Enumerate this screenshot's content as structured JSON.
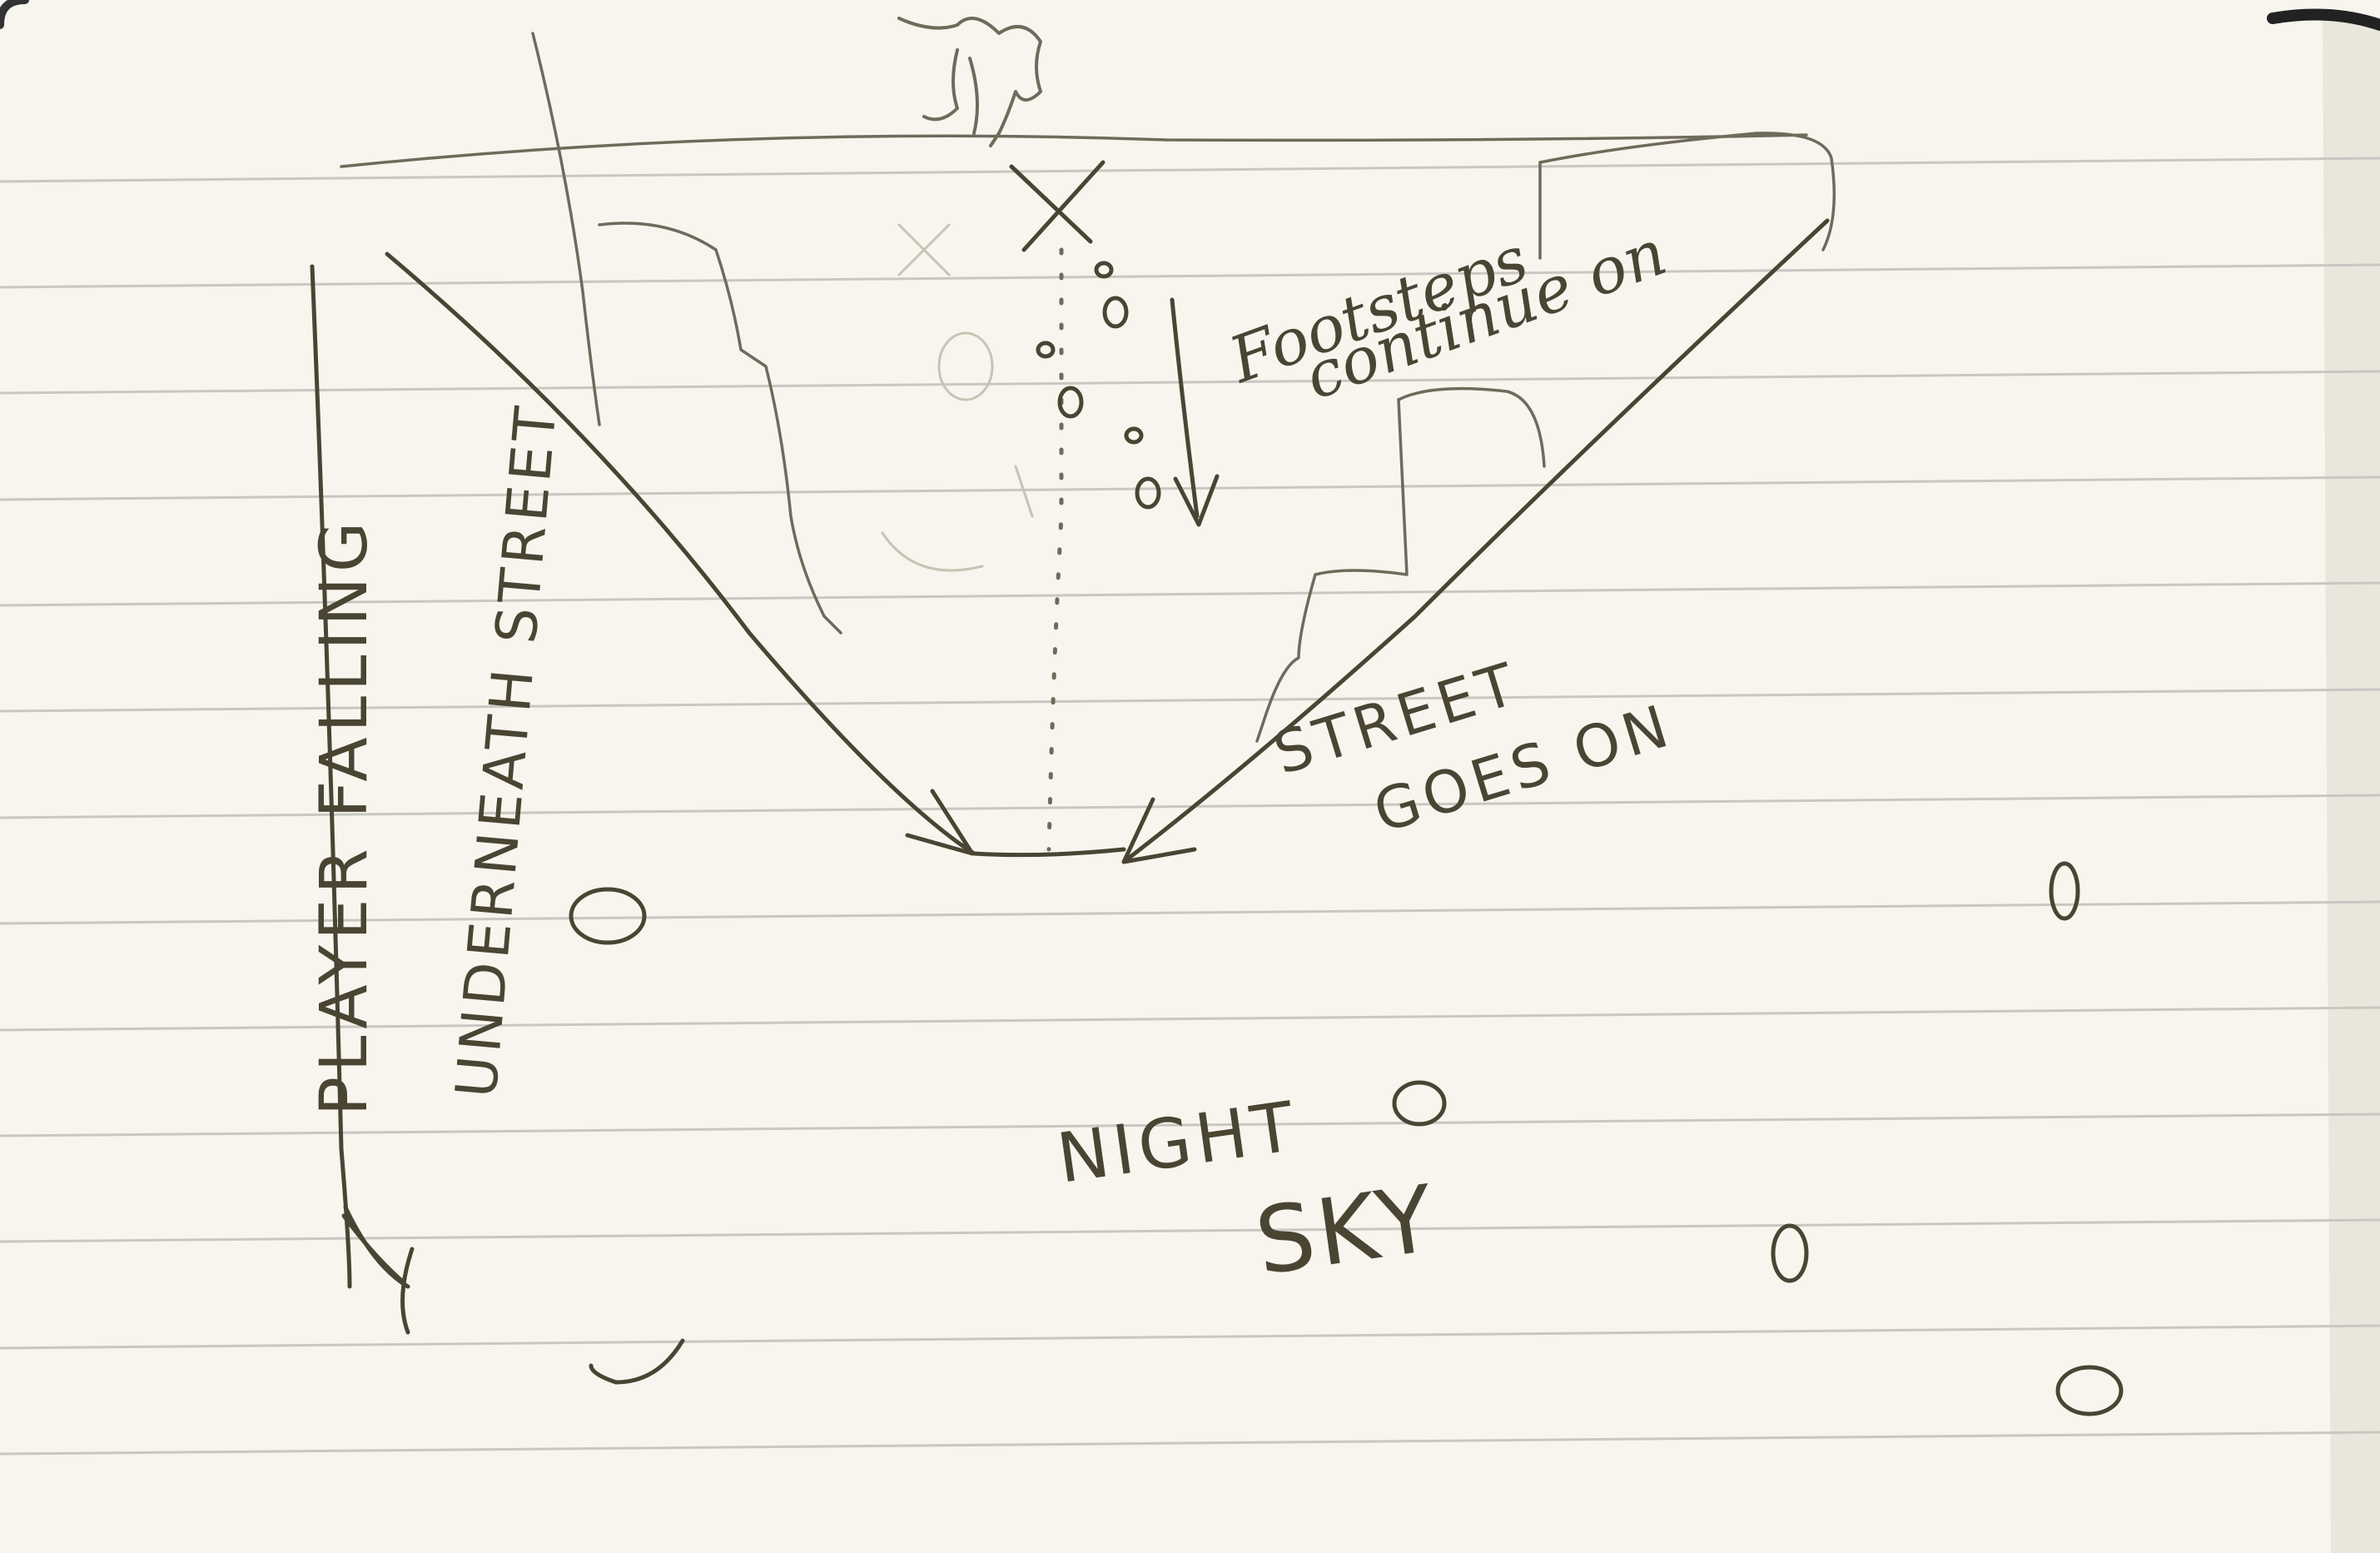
{
  "labels": {
    "player_falling": "PLAYER FALLING",
    "underneath_street": "UNDERNEATH STREET",
    "footsteps_line1": "Footsteps",
    "footsteps_line2": "continue on",
    "street_goes_on_line1": "STREET",
    "street_goes_on_line2": "GOES ON",
    "night_sky_line1": "NIGHT",
    "night_sky_line2": "SKY"
  },
  "icons": [
    "x-mark-icon",
    "footprint-icon",
    "star-icon",
    "tree-icon",
    "down-arrow-icon"
  ],
  "colors": {
    "paper": "#f7f5ee",
    "ruled_line": "#c9c7c2",
    "pencil": "#4a4433",
    "faint_pencil": "#b9b4a4"
  }
}
